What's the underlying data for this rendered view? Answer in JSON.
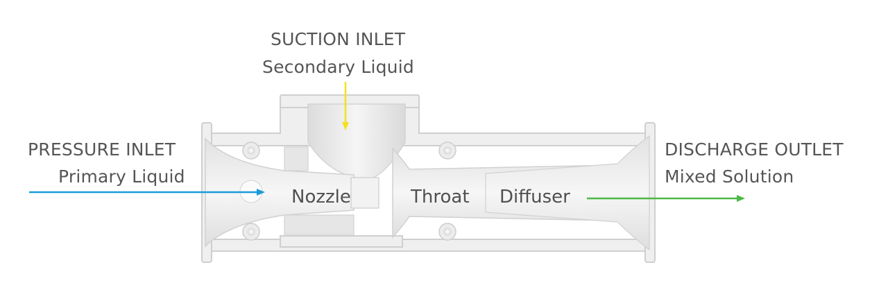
{
  "labels": {
    "suction_title": "SUCTION INLET",
    "suction_sub": "Secondary Liquid",
    "pressure_title": "PRESSURE INLET",
    "pressure_sub": "Primary Liquid",
    "discharge_title": "DISCHARGE OUTLET",
    "discharge_sub": "Mixed Solution"
  },
  "parts": {
    "nozzle": "Nozzle",
    "throat": "Throat",
    "diffuser": "Diffuser"
  },
  "colors": {
    "primary_flow": "#1a9bd7",
    "secondary_flow": "#f2e11c",
    "mixed_flow": "#4db848",
    "text": "#555555",
    "body": "#ededed",
    "outline": "#cfcfcf"
  }
}
